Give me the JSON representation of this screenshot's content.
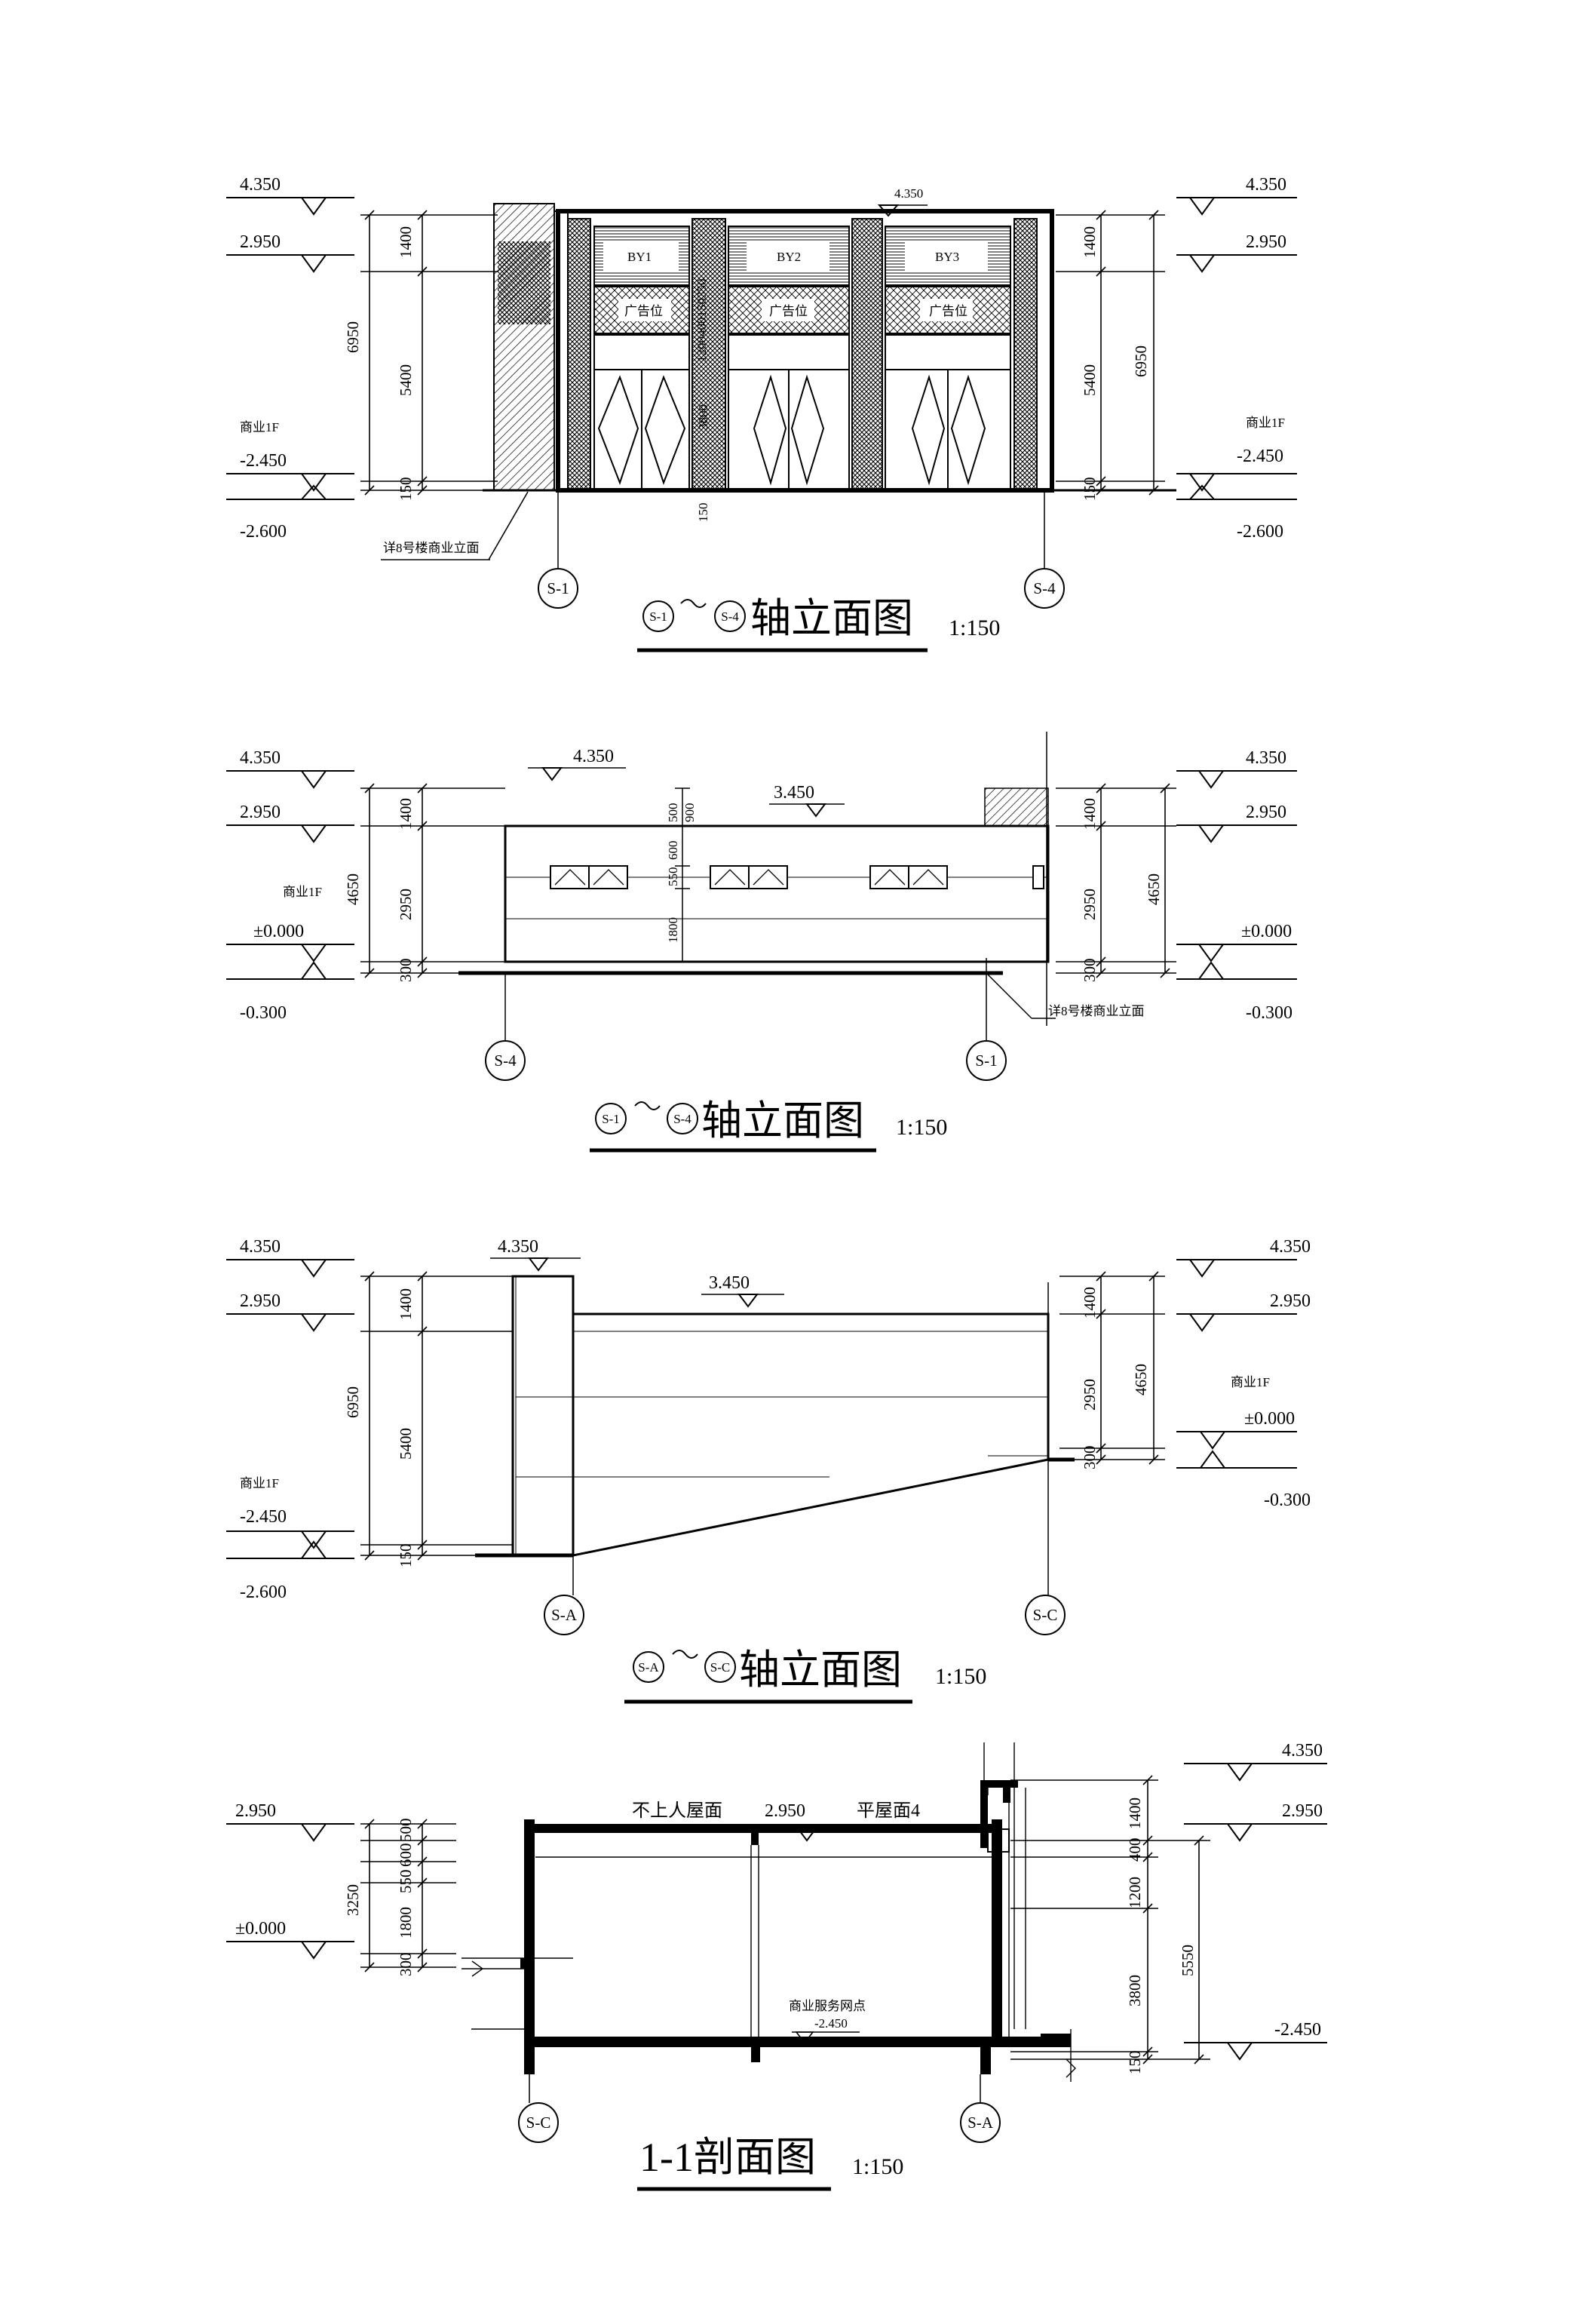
{
  "drawings": [
    {
      "title": "轴立面图",
      "title_axes": [
        "S-1",
        "S-4"
      ],
      "scale": "1:150",
      "axes": [
        "S-1",
        "S-4"
      ],
      "left_levels": [
        "4.350",
        "2.950",
        "-2.450",
        "-2.600"
      ],
      "right_levels": [
        "4.350",
        "2.950",
        "-2.450",
        "-2.600"
      ],
      "floor_label": "商业1F",
      "left_dims_inner": [
        "1400",
        "5400",
        "150"
      ],
      "left_dims_total": "6950",
      "right_dims_inner": [
        "1400",
        "5400",
        "150"
      ],
      "right_dims_total": "6950",
      "top_level": "4.350",
      "pier_dims_upper": "1200400150350",
      "pier_dims_door": "3800",
      "pier_dims_base": "150",
      "signs": [
        "BY1",
        "BY2",
        "BY3"
      ],
      "ad_label": "广告位",
      "note": "详8号楼商业立面"
    },
    {
      "title": "轴立面图",
      "title_axes": [
        "S-1",
        "S-4"
      ],
      "scale": "1:150",
      "axes": [
        "S-4",
        "S-1"
      ],
      "left_levels": [
        "4.350",
        "2.950",
        "±0.000",
        "-0.300"
      ],
      "right_levels": [
        "4.350",
        "2.950",
        "±0.000",
        "-0.300"
      ],
      "floor_label": "商业1F",
      "left_dims_inner": [
        "1400",
        "2950",
        "300"
      ],
      "left_dims_total": "4650",
      "right_dims_inner": [
        "1400",
        "2950",
        "300"
      ],
      "right_dims_total": "4650",
      "top_level": "4.350",
      "roof_level": "3.450",
      "window_dims": [
        "500",
        "900",
        "600",
        "550",
        "1800"
      ],
      "note": "详8号楼商业立面"
    },
    {
      "title": "轴立面图",
      "title_axes": [
        "S-A",
        "S-C"
      ],
      "scale": "1:150",
      "axes": [
        "S-A",
        "S-C"
      ],
      "left_levels": [
        "4.350",
        "2.950",
        "-2.450",
        "-2.600"
      ],
      "right_levels": [
        "4.350",
        "2.950",
        "±0.000",
        "-0.300"
      ],
      "floor_label": "商业1F",
      "left_dims_inner": [
        "1400",
        "5400",
        "150"
      ],
      "left_dims_total": "6950",
      "right_dims_inner": [
        "1400",
        "2950",
        "300"
      ],
      "right_dims_total": "4650",
      "top_level": "4.350",
      "roof_level": "3.450"
    },
    {
      "title": "1-1剖面图",
      "scale": "1:150",
      "axes": [
        "S-C",
        "S-A"
      ],
      "left_levels": [
        "2.950",
        "±0.000"
      ],
      "right_levels": [
        "4.350",
        "2.950",
        "-2.450"
      ],
      "left_dims_inner": [
        "500",
        "600",
        "550",
        "1800",
        "300"
      ],
      "left_dims_total": "3250",
      "right_dims_inner": [
        "1400",
        "400",
        "1200",
        "3800",
        "150"
      ],
      "right_dims_total": "5550",
      "roof_label_1": "不上人屋面",
      "roof_level": "2.950",
      "roof_label_2": "平屋面4",
      "room_label": "商业服务网点",
      "room_level": "-2.450"
    }
  ]
}
